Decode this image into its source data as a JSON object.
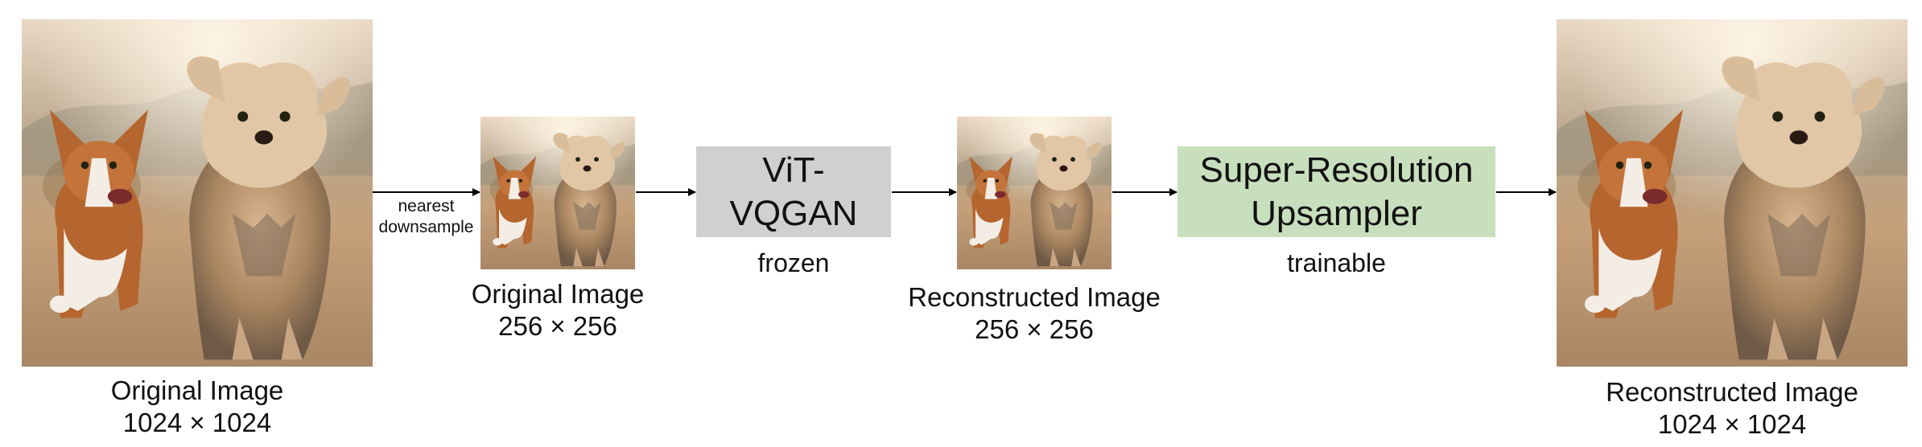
{
  "stages": {
    "input_large": {
      "caption_line1": "Original Image",
      "caption_line2": "1024 × 1024"
    },
    "input_small": {
      "caption_line1": "Original Image",
      "caption_line2": "256 × 256"
    },
    "vqgan": {
      "label_line1": "ViT-",
      "label_line2": "VQGAN",
      "status": "frozen",
      "fill": "#d0d0d0"
    },
    "recon_small": {
      "caption_line1": "Reconstructed Image",
      "caption_line2": "256 × 256"
    },
    "upsampler": {
      "label_line1": "Super-Resolution",
      "label_line2": "Upsampler",
      "status": "trainable",
      "fill": "#c8dfbd"
    },
    "output_large": {
      "caption_line1": "Reconstructed Image",
      "caption_line2": "1024 × 1024"
    }
  },
  "arrows": {
    "downsample_label_line1": "nearest",
    "downsample_label_line2": "downsample"
  },
  "photo_palette": {
    "sky": "#cdb597",
    "ground": "#b99776",
    "corgi": "#b5652e",
    "terrier": "#c8a684",
    "fur_white": "#f3ede6"
  }
}
